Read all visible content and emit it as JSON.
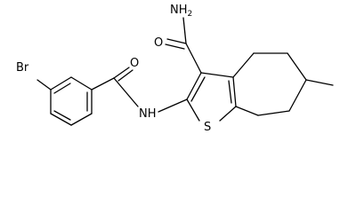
{
  "structure": {
    "atoms": {
      "bromine": "Br",
      "carbonyl_oxygen_benzamide": "O",
      "amide_nh": "NH",
      "carbonyl_oxygen_carboxamide": "O",
      "amine_nh2": "NH",
      "amine_nh2_subscript": "2",
      "sulfur": "S"
    },
    "colors": {
      "bond": "#000000",
      "label": "#000000",
      "background": "#ffffff"
    }
  }
}
